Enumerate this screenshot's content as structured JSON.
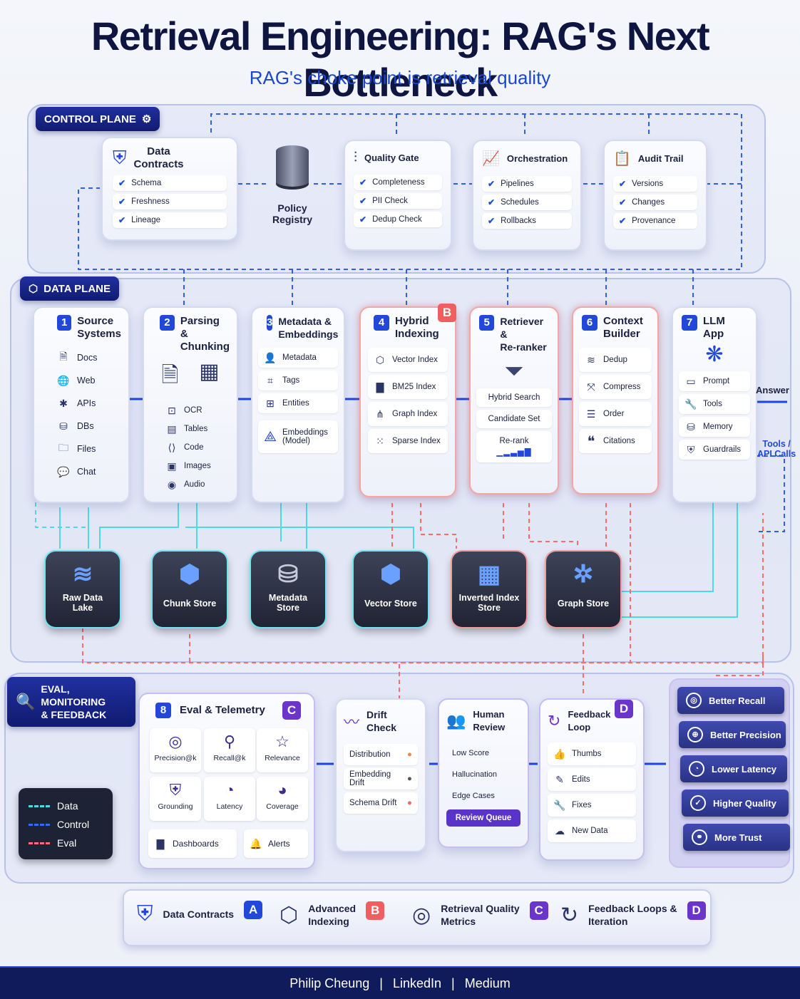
{
  "title": "Retrieval Engineering: RAG's Next Bottleneck",
  "subtitle": "RAG's choke point is retrieval quality",
  "control_plane": {
    "label": "CONTROL PLANE",
    "data_contracts": {
      "title_1": "Data",
      "title_2": "Contracts",
      "items": [
        "Schema",
        "Freshness",
        "Lineage"
      ]
    },
    "policy_registry": {
      "line1": "Policy",
      "line2": "Registry"
    },
    "quality_gate": {
      "title": "Quality Gate",
      "items": [
        "Completeness",
        "PII Check",
        "Dedup Check"
      ]
    },
    "orchestration": {
      "title": "Orchestration",
      "items": [
        "Pipelines",
        "Schedules",
        "Rollbacks"
      ]
    },
    "audit_trail": {
      "title": "Audit Trail",
      "items": [
        "Versions",
        "Changes",
        "Provenance"
      ]
    }
  },
  "data_plane": {
    "label": "DATA PLANE",
    "stages": [
      {
        "num": "1",
        "l1": "Source",
        "l2": "Systems",
        "items": [
          "Docs",
          "Web",
          "APIs",
          "DBs",
          "Files",
          "Chat"
        ]
      },
      {
        "num": "2",
        "l1": "Parsing &",
        "l2": "Chunking",
        "items": [
          "OCR",
          "Tables",
          "Code",
          "Images",
          "Audio"
        ]
      },
      {
        "num": "3",
        "l1": "Metadata &",
        "l2": "Embeddings",
        "items": [
          "Metadata",
          "Tags",
          "Entities"
        ],
        "emb1": "Embeddings",
        "emb2": "(Model)"
      },
      {
        "num": "4",
        "l1": "Hybrid",
        "l2": "Indexing",
        "badge": "B",
        "items": [
          "Vector Index",
          "BM25 Index",
          "Graph Index",
          "Sparse Index"
        ]
      },
      {
        "num": "5",
        "l1": "Retriever &",
        "l2": "Re-ranker",
        "items": [
          "Hybrid Search",
          "Candidate Set",
          "Re-rank"
        ]
      },
      {
        "num": "6",
        "l1": "Context",
        "l2": "Builder",
        "items": [
          "Dedup",
          "Compress",
          "Order",
          "Citations"
        ]
      },
      {
        "num": "7",
        "l1": "LLM",
        "l2": "App",
        "items": [
          "Prompt",
          "Tools",
          "Memory",
          "Guardrails"
        ]
      }
    ],
    "answer": "Answer",
    "tools1": "Tools /",
    "tools2": "API Calls",
    "stores": [
      {
        "l1": "Raw Data",
        "l2": "Lake"
      },
      {
        "l1": "Chunk Store",
        "l2": ""
      },
      {
        "l1": "Metadata",
        "l2": "Store"
      },
      {
        "l1": "Vector Store",
        "l2": ""
      },
      {
        "l1": "Inverted Index",
        "l2": "Store"
      },
      {
        "l1": "Graph Store",
        "l2": ""
      }
    ]
  },
  "eval_plane": {
    "label1": "EVAL, MONITORING",
    "label2": "& FEEDBACK",
    "telemetry": {
      "num": "8",
      "title": "Eval & Telemetry",
      "badge": "C",
      "cells": [
        "Precision@k",
        "Recall@k",
        "Relevance",
        "Grounding",
        "Latency",
        "Coverage"
      ],
      "dashboards": "Dashboards",
      "alerts": "Alerts"
    },
    "drift": {
      "l1": "Drift",
      "l2": "Check",
      "items": [
        "Distribution",
        "Embedding Drift",
        "Schema Drift"
      ]
    },
    "human": {
      "l1": "Human",
      "l2": "Review",
      "items": [
        "Low Score",
        "Hallucination",
        "Edge Cases"
      ],
      "queue": "Review Queue"
    },
    "feedback": {
      "l1": "Feedback",
      "l2": "Loop",
      "badge": "D",
      "items": [
        "Thumbs",
        "Edits",
        "Fixes",
        "New Data"
      ]
    },
    "outcomes": [
      "Better Recall",
      "Better Precision",
      "Lower Latency",
      "Higher Quality",
      "More Trust"
    ]
  },
  "legend": {
    "items": [
      "Data",
      "Control",
      "Eval"
    ],
    "colors": [
      "#4fd8e8",
      "#3a66ff",
      "#ff6b6b"
    ]
  },
  "pillars": [
    {
      "l1": "Data Contracts",
      "l2": "",
      "badge": "A"
    },
    {
      "l1": "Advanced",
      "l2": "Indexing",
      "badge": "B"
    },
    {
      "l1": "Retrieval Quality",
      "l2": "Metrics",
      "badge": "C"
    },
    {
      "l1": "Feedback Loops &",
      "l2": "Iteration",
      "badge": "D"
    }
  ],
  "footer": {
    "author": "Philip Cheung",
    "sep": "|",
    "l1": "LinkedIn",
    "l2": "Medium"
  }
}
